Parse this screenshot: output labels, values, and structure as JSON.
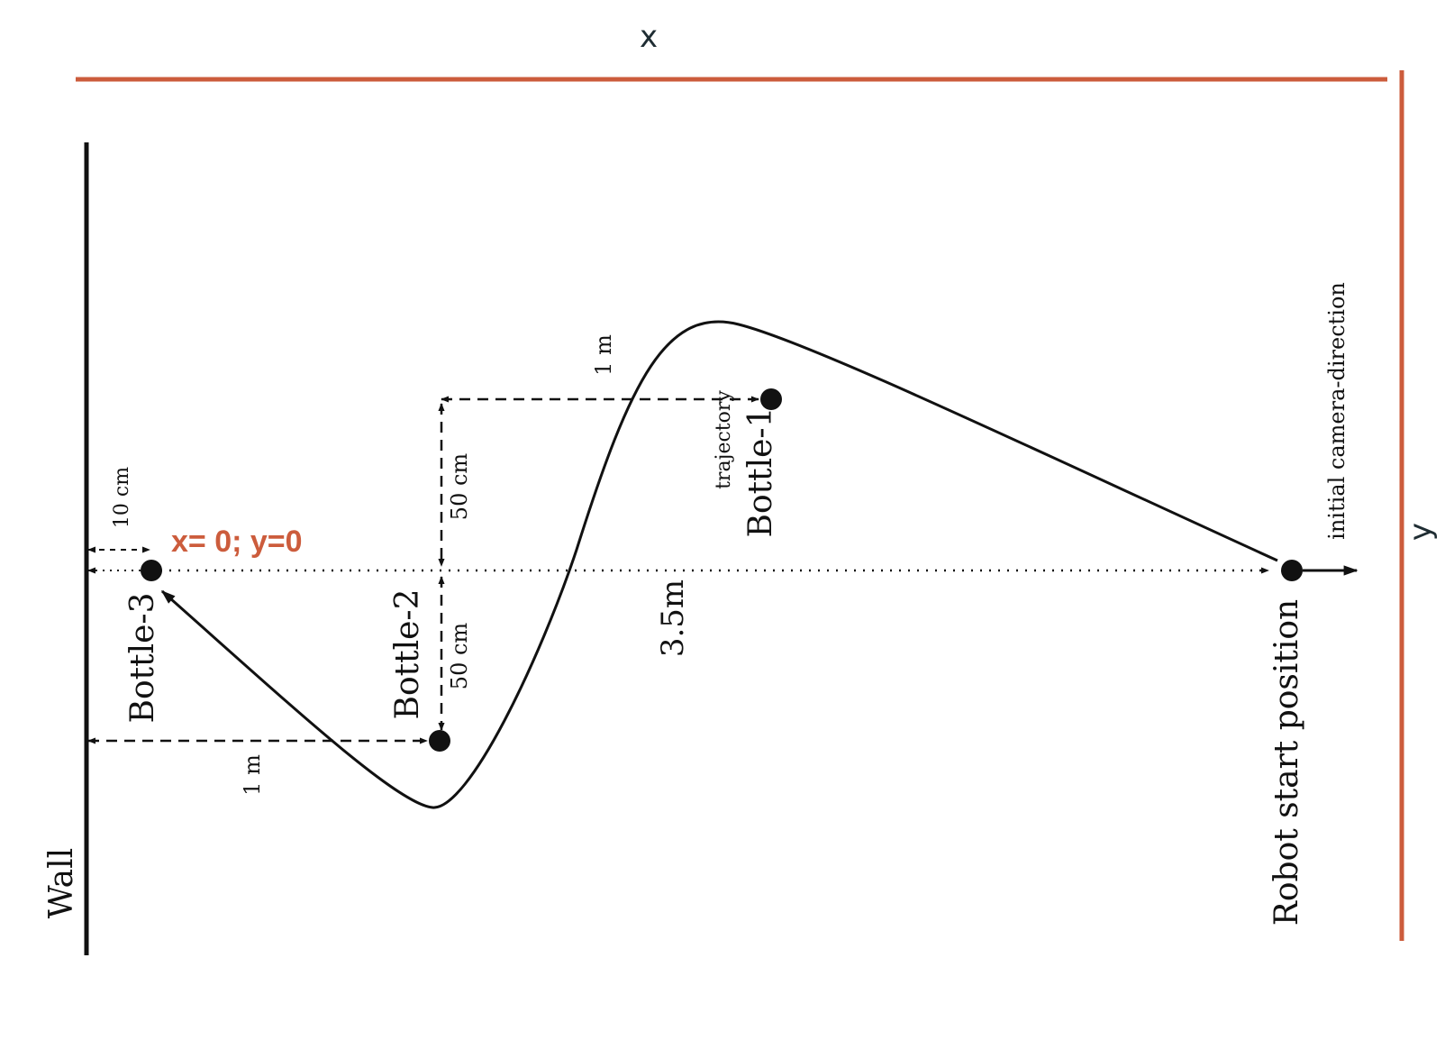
{
  "colors": {
    "accent": "#cc5c3c",
    "ink": "#111111",
    "axis_letter": "#1f2d33"
  },
  "axes": {
    "x_label": "x",
    "y_label": "y"
  },
  "origin_label": "x= 0; y=0",
  "wall_label": "Wall",
  "bottles": [
    {
      "label": "Bottle-1"
    },
    {
      "label": "Bottle-2"
    },
    {
      "label": "Bottle-3"
    }
  ],
  "robot_label": "Robot start position",
  "camera_label": "initial camera-direction",
  "trajectory_label": "trajectory",
  "dimensions": {
    "wall_to_bottle3": "10 cm",
    "wall_to_bottle2": "1 m",
    "bottle2_to_centerline": "50 cm",
    "centerline_to_bottle1_offset": "50 cm",
    "bottle2_to_bottle1": "1 m",
    "bottle3_to_robot": "3.5m"
  },
  "icons": {
    "bottle_marker": "filled-circle",
    "arrow_head": "triangle-arrowhead"
  }
}
